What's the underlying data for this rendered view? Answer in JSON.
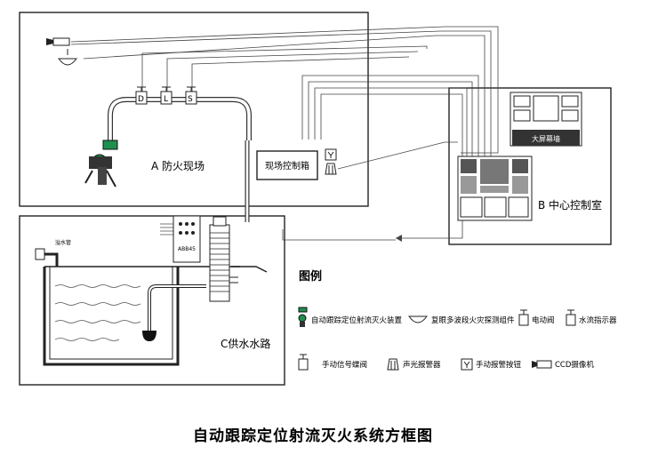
{
  "zones": {
    "a": "A  防火现场",
    "b": "B  中心控制室",
    "c": "C供水水路"
  },
  "labels": {
    "field_controller": "现场控制箱",
    "big_screen": "大屏幕墙",
    "valve_d": "D",
    "valve_l": "L",
    "valve_s": "S",
    "tank_small": "溢水管",
    "pump_box": "ABB45"
  },
  "legend": {
    "title": "图例",
    "items": [
      {
        "icon": "cannon-icon",
        "text": "自动跟踪定位射流灭火装置"
      },
      {
        "icon": "detector-icon",
        "text": "复眼多波段火灾探测组件"
      },
      {
        "icon": "motor-valve-icon",
        "text": "电动阀"
      },
      {
        "icon": "flow-indicator-icon",
        "text": "水流指示器"
      },
      {
        "icon": "signal-valve-icon",
        "text": "手动信号蝶阀"
      },
      {
        "icon": "alarm-icon",
        "text": "声光报警器"
      },
      {
        "icon": "manual-button-icon",
        "text": "手动报警按钮"
      },
      {
        "icon": "camera-icon",
        "text": "CCD摄像机"
      }
    ]
  },
  "caption": "自动跟踪定位射流灭火系统方框图"
}
